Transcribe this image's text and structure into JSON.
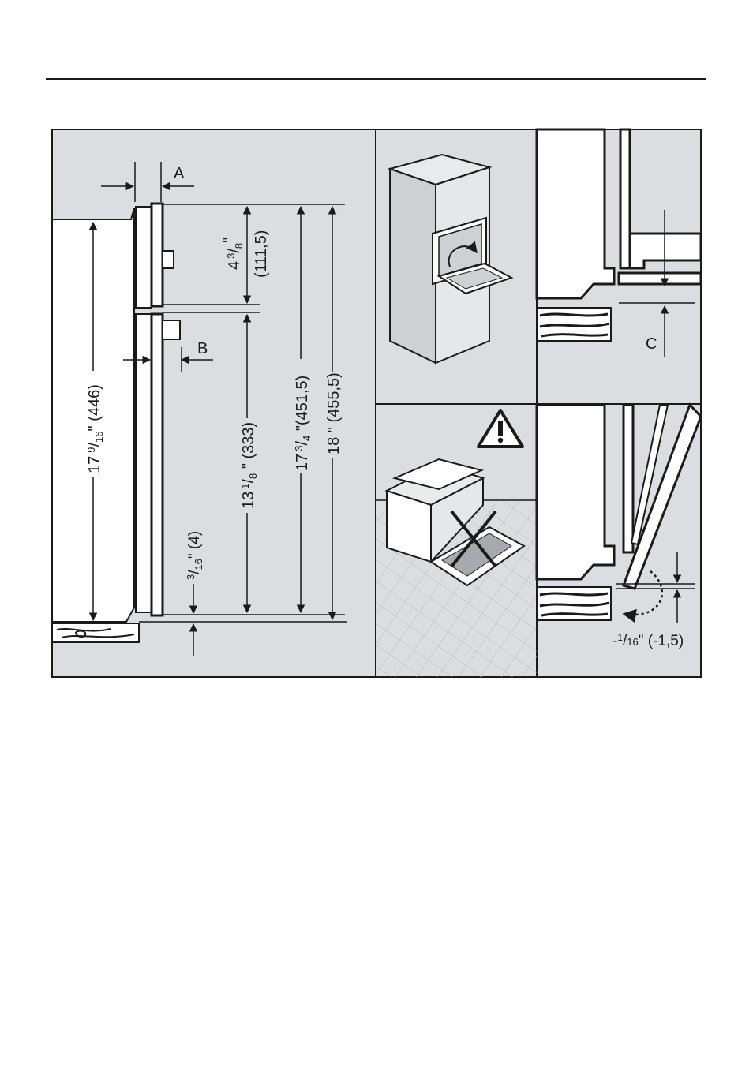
{
  "colors": {
    "panel_bg": "#dcdde0",
    "line": "#1a1a1a",
    "wood": "#ffffff",
    "floor_grid": "#b8b9be",
    "oven_face": "#e9eaec"
  },
  "icons": [
    "warning-triangle-icon",
    "crossed-out-icon",
    "rotate-arrow-icon"
  ],
  "labels": {
    "a": "A",
    "b": "B",
    "c": "C",
    "dim_17_9_16_a": "17",
    "dim_17_9_16_b": "9",
    "dim_17_9_16_c": "/",
    "dim_17_9_16_d": "16",
    "dim_17_9_16_e": "\" (446)",
    "dim_4_3_8_a": "4",
    "dim_4_3_8_b": "3",
    "dim_4_3_8_c": "/",
    "dim_4_3_8_d": "8",
    "dim_4_3_8_e": "\"",
    "dim_4_3_8_mm": "(111,5)",
    "dim_13_1_8_a": "13",
    "dim_13_1_8_b": "1",
    "dim_13_1_8_c": "/",
    "dim_13_1_8_d": "8",
    "dim_13_1_8_e": " \" (333)",
    "dim_17_3_4_a": "17",
    "dim_17_3_4_b": "3",
    "dim_17_3_4_c": "/",
    "dim_17_3_4_d": "4",
    "dim_17_3_4_e": " \"(451,5)",
    "dim_18": "18 \" (455,5)",
    "dim_3_16_a": "3",
    "dim_3_16_b": "/",
    "dim_3_16_c": "16",
    "dim_3_16_d": "\" (4)",
    "dim_neg_1_16_a": "-",
    "dim_neg_1_16_b": "1",
    "dim_neg_1_16_c": "/",
    "dim_neg_1_16_d": "16",
    "dim_neg_1_16_e": "\" (-1,5)"
  }
}
